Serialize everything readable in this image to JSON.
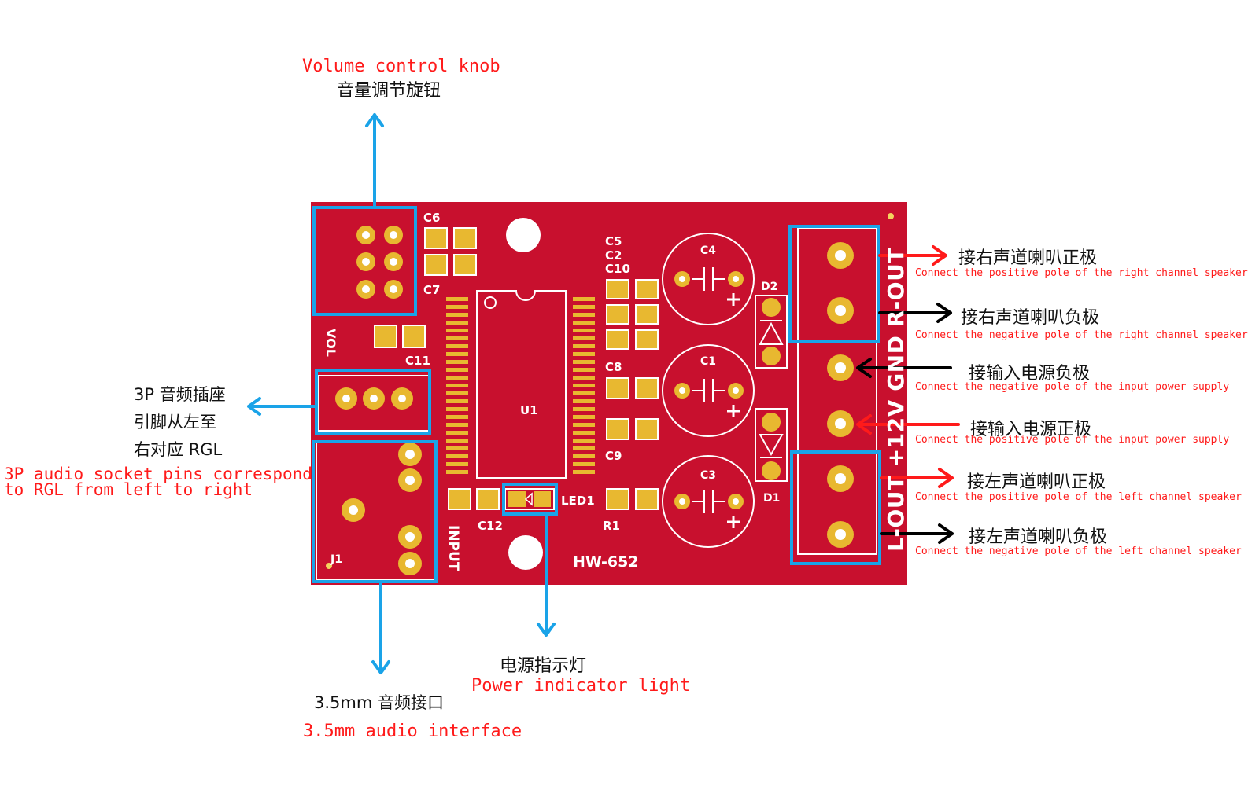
{
  "board": {
    "model": "HW-652",
    "silkscreen": {
      "vol": "VOL",
      "input": "INPUT",
      "u1": "U1",
      "j1": "J1",
      "led1": "LED1",
      "c1": "C1",
      "c3": "C3",
      "c4": "C4",
      "c5": "C5",
      "c2": "C2",
      "c10": "C10",
      "c6": "C6",
      "c7": "C7",
      "c8": "C8",
      "c9": "C9",
      "c11": "C11",
      "c12": "C12",
      "r1": "R1",
      "d1": "D1",
      "d2": "D2",
      "terminals": "L-OUT +12V GND R-OUT"
    }
  },
  "labels": {
    "volume": {
      "en": "Volume control knob",
      "zh": "音量调节旋钮"
    },
    "socket": {
      "zh_line1": "3P 音频插座",
      "zh_line2": "引脚从左至",
      "zh_line3": "右对应 RGL",
      "en_line1": "3P audio socket pins correspond",
      "en_line2": "to RGL from left to right"
    },
    "jack": {
      "zh": "3.5mm 音频接口",
      "en": "3.5mm audio interface"
    },
    "power_led": {
      "zh": "电源指示灯",
      "en": "Power indicator light"
    },
    "right_pos": {
      "zh": "接右声道喇叭正极",
      "en": "Connect the positive pole of the right channel speaker"
    },
    "right_neg": {
      "zh": "接右声道喇叭负极",
      "en": "Connect the negative pole of the right channel speaker"
    },
    "in_neg": {
      "zh": "接输入电源负极",
      "en": "Connect the negative pole of the input power supply"
    },
    "in_pos": {
      "zh": "接输入电源正极",
      "en": "Connect the positive pole of the input power supply"
    },
    "left_pos": {
      "zh": "接左声道喇叭正极",
      "en": "Connect the positive pole of the left channel speaker"
    },
    "left_neg": {
      "zh": "接左声道喇叭负极",
      "en": "Connect the negative pole of the left channel speaker"
    }
  },
  "colors": {
    "pcb": "#c8102e",
    "pad": "#e8b830",
    "callout_box": "#1aa3e8",
    "arrow_red": "#ff1a1a",
    "arrow_black": "#000000"
  }
}
